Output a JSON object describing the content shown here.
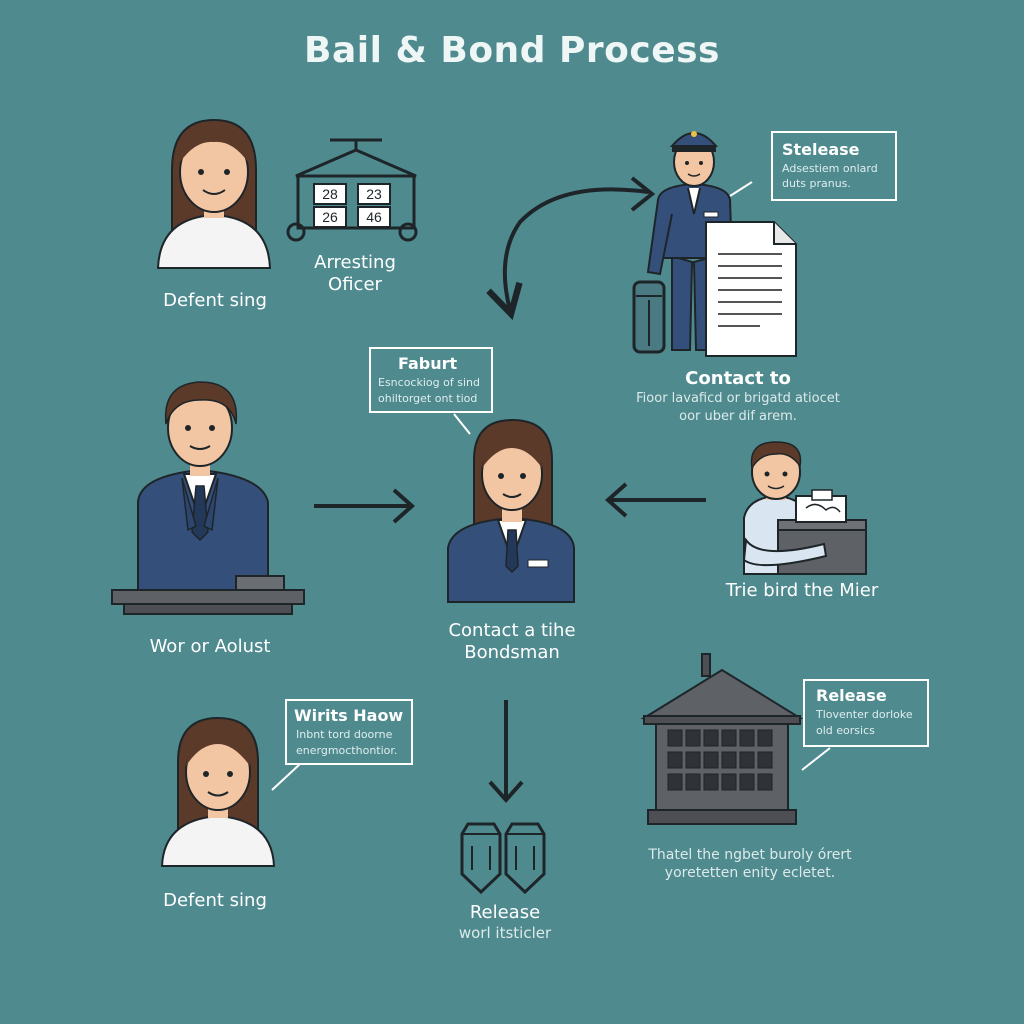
{
  "title": "Bail & Bond Process",
  "nodes": {
    "defendant_top": {
      "label": "Defent sing"
    },
    "arresting_officer": {
      "line1": "Arresting",
      "line2": "Oficer"
    },
    "contact_to": {
      "label": "Contact to",
      "desc_line1": "Fioor lavaficd or brigatd atiocet",
      "desc_line2": "oor uber dif arem."
    },
    "worker": {
      "label": "Wor or Aolust"
    },
    "bondsman": {
      "line1": "Contact a tihe",
      "line2": "Bondsman"
    },
    "mier": {
      "label": "Trie bird the Mier"
    },
    "defendant_bottom": {
      "label": "Defent sing"
    },
    "release_bottom": {
      "line1": "Release",
      "line2": "worl itsticler"
    },
    "jail_note": {
      "line1": "Thatel the ngbet buroly órert",
      "line2": "yoretetten enity ecletet."
    }
  },
  "callouts": {
    "stelease": {
      "title": "Stelease",
      "line1": "Adsestiem onlard",
      "line2": "duts pranus."
    },
    "faburt": {
      "title": "Faburt",
      "line1": "Esncockiog of sind",
      "line2": "ohiltorget ont tiod"
    },
    "wirits": {
      "title": "Wirits Haow",
      "line1": "Inbnt tord doorne",
      "line2": "energmocthontior."
    },
    "release_right": {
      "title": "Release",
      "line1": "Tloventer dorloke",
      "line2": "old eorsics"
    }
  },
  "card_numbers": [
    "28",
    "23",
    "26",
    "46"
  ],
  "colors": {
    "background": "#4f8a8f",
    "suit": "#34507a",
    "line": "#1e2529",
    "skin": "#f3c6a3",
    "hair": "#5b3a2a",
    "building": "#4d4f54"
  },
  "icons": [
    "scale-icon",
    "officer-figure",
    "document-icon",
    "trash-can-icon",
    "building-icon",
    "bond-tokens-icon"
  ]
}
